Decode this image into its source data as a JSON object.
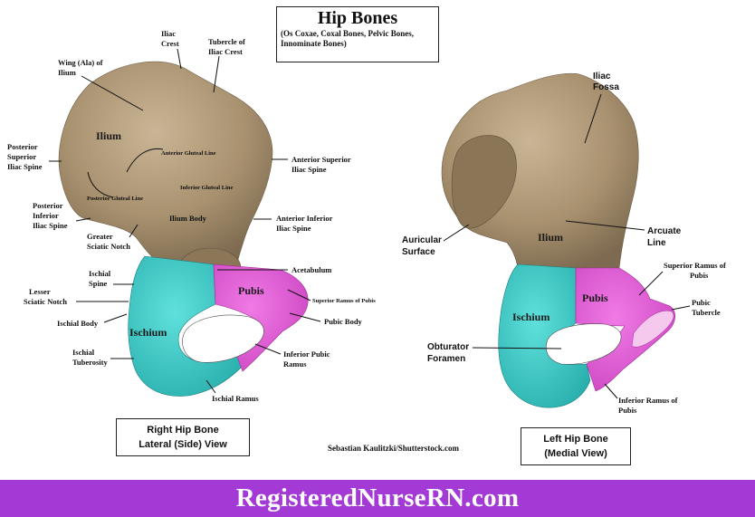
{
  "title": "Hip Bones",
  "subtitle": "(Os Coxae, Coxal Bones, Pelvic Bones, Innominate Bones)",
  "colors": {
    "bone": "#b39c7c",
    "ischium": "#3fc9c6",
    "pubis": "#e55cd9",
    "banner": "#a43ad6"
  },
  "right_view": {
    "caption_line1": "Right Hip Bone",
    "caption_line2": "Lateral (Side) View",
    "regions": {
      "ilium": "Ilium",
      "ischium": "Ischium",
      "pubis": "Pubis"
    },
    "labels": {
      "iliac_crest": [
        "Iliac",
        "Crest"
      ],
      "tubercle_iliac_crest": [
        "Tubercle of",
        "Iliac Crest"
      ],
      "wing": [
        "Wing (Ala) of",
        "Ilium"
      ],
      "psis": [
        "Posterior",
        "Superior",
        "Iliac Spine"
      ],
      "asis": [
        "Anterior Superior",
        "Iliac Spine"
      ],
      "anterior_gluteal": "Anterior Gluteal Line",
      "inferior_gluteal": "Inferior Gluteal Line",
      "posterior_gluteal": "Posterior Gluteal Line",
      "piis": [
        "Posterior",
        "Inferior",
        "Iliac Spine"
      ],
      "ilium_body": "Ilium Body",
      "aiis": [
        "Anterior Inferior",
        "Iliac Spine"
      ],
      "greater_sciatic": [
        "Greater",
        "Sciatic Notch"
      ],
      "acetabulum": "Acetabulum",
      "ischial_spine": [
        "Ischial",
        "Spine"
      ],
      "lesser_sciatic": [
        "Lesser",
        "Sciatic Notch"
      ],
      "superior_ramus_pubis": "Superior Ramus of Pubis",
      "ischial_body": "Ischial Body",
      "pubic_body": "Pubic Body",
      "ischial_tuberosity": [
        "Ischial",
        "Tuberosity"
      ],
      "inferior_pubic_ramus": [
        "Inferior Pubic",
        "Ramus"
      ],
      "ischial_ramus": "Ischial Ramus"
    }
  },
  "left_view": {
    "caption_line1": "Left Hip Bone",
    "caption_line2": "(Medial View)",
    "regions": {
      "ilium": "Ilium",
      "ischium": "Ischium",
      "pubis": "Pubis"
    },
    "labels": {
      "iliac_fossa": [
        "Iliac",
        "Fossa"
      ],
      "auricular": [
        "Auricular",
        "Surface"
      ],
      "arcuate": [
        "Arcuate",
        "Line"
      ],
      "superior_ramus": [
        "Superior Ramus of",
        "Pubis"
      ],
      "pubic_tubercle": [
        "Pubic",
        "Tubercle"
      ],
      "obturator": [
        "Obturator",
        "Foramen"
      ],
      "inferior_ramus": [
        "Inferior Ramus of",
        "Pubis"
      ]
    }
  },
  "credit": "Sebastian Kaulitzki/Shutterstock.com",
  "banner": "RegisteredNurseRN.com"
}
